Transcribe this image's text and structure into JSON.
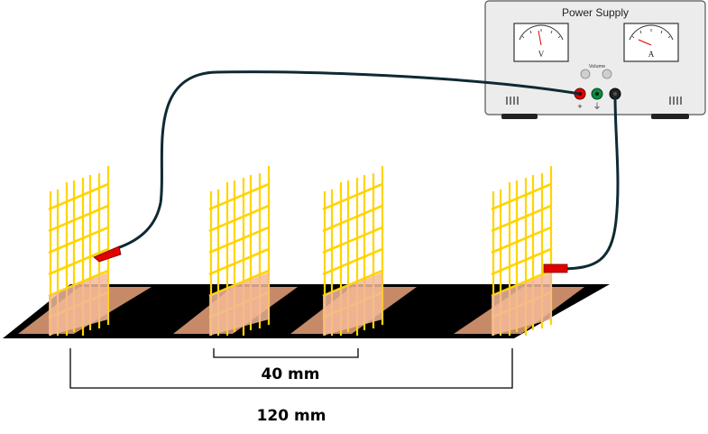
{
  "power_supply": {
    "title": "Power Supply",
    "left_meter_label": "V",
    "right_meter_label": "A",
    "volume_label": "Volume",
    "positive_symbol": "+",
    "ground_symbol": "⏚",
    "colors": {
      "case": "#ececec",
      "positive_terminal": "#e00000",
      "middle_terminal": "#0e8a3c",
      "negative_terminal": "#111111"
    }
  },
  "dimensions": {
    "inner_spacing": "40 mm",
    "outer_spacing": "120 mm"
  },
  "electrodes": {
    "count": 4,
    "colors": {
      "grid": "#ffd400",
      "pad": "#c68a68",
      "tray": "#000000",
      "wire": "#0e2a33",
      "clip": "#e00000"
    }
  }
}
